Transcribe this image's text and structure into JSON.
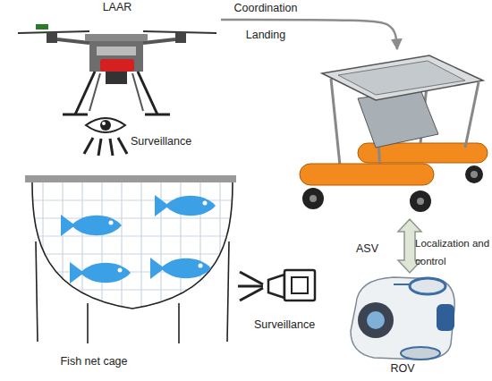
{
  "diagram": {
    "nodes": [
      {
        "text": [
          "LAAR"
        ]
      },
      {
        "text": [
          "ASV"
        ]
      },
      {
        "text": [
          "Fish net cage"
        ]
      },
      {
        "text": [
          "ROV"
        ]
      }
    ],
    "edges": [
      {
        "from": 0,
        "to": 1,
        "arrow": "to",
        "label": "Coordination Landing"
      },
      {
        "from": 1,
        "to": 3,
        "arrow": "both",
        "label": "Localization and control"
      }
    ],
    "labels": [
      "Surveillance",
      "Surveillance"
    ]
  }
}
